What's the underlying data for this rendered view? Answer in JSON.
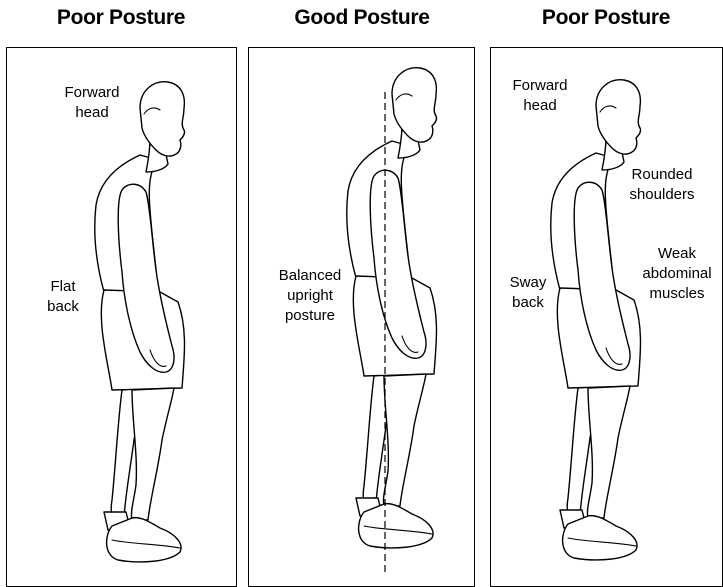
{
  "panels": [
    {
      "title": "Poor Posture",
      "labels": [
        {
          "text": "Forward head"
        },
        {
          "text": "Flat back"
        }
      ]
    },
    {
      "title": "Good Posture",
      "labels": [
        {
          "text": "Balanced upright posture"
        }
      ]
    },
    {
      "title": "Poor Posture",
      "labels": [
        {
          "text": "Forward head"
        },
        {
          "text": "Rounded shoulders"
        },
        {
          "text": "Weak abdominal muscles"
        },
        {
          "text": "Sway back"
        }
      ]
    }
  ]
}
